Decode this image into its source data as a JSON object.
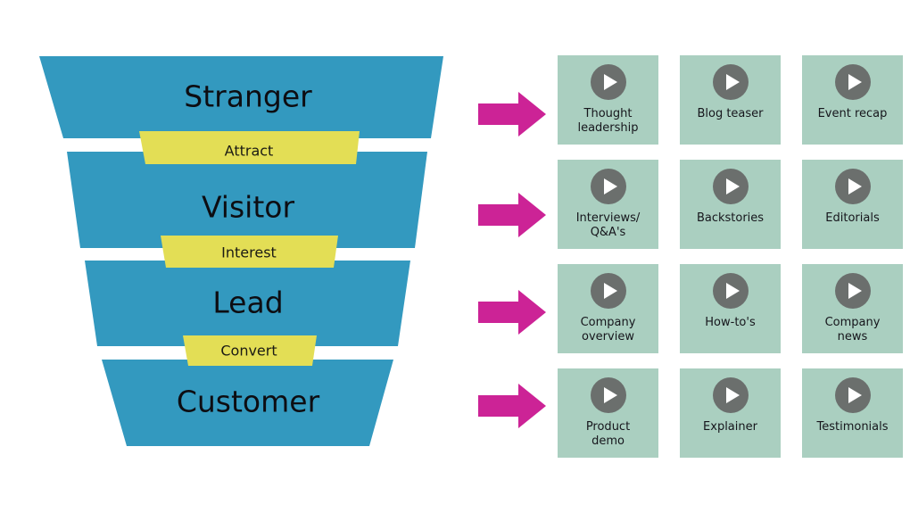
{
  "diagram": {
    "title": "Marketing funnel with video content types",
    "colors": {
      "funnel_blue": "#3399bf",
      "action_yellow": "#e3de55",
      "arrow_magenta": "#cc2396",
      "card_green": "#aacfc0",
      "play_gray": "#6b6f6d",
      "background": "#ffffff"
    }
  },
  "funnel": {
    "stages": [
      {
        "label": "Stranger"
      },
      {
        "label": "Visitor"
      },
      {
        "label": "Lead"
      },
      {
        "label": "Customer"
      }
    ],
    "actions": [
      {
        "label": "Attract"
      },
      {
        "label": "Interest"
      },
      {
        "label": "Convert"
      }
    ]
  },
  "arrows": [
    {
      "name": "arrow-row-1",
      "icon": "right-arrow-icon"
    },
    {
      "name": "arrow-row-2",
      "icon": "right-arrow-icon"
    },
    {
      "name": "arrow-row-3",
      "icon": "right-arrow-icon"
    },
    {
      "name": "arrow-row-4",
      "icon": "right-arrow-icon"
    }
  ],
  "content_grid": {
    "icon": "play-icon",
    "rows": [
      {
        "stage": "Stranger",
        "cards": [
          {
            "label": "Thought\nleadership"
          },
          {
            "label": "Blog teaser"
          },
          {
            "label": "Event recap"
          }
        ]
      },
      {
        "stage": "Visitor",
        "cards": [
          {
            "label": "Interviews/\nQ&A's"
          },
          {
            "label": "Backstories"
          },
          {
            "label": "Editorials"
          }
        ]
      },
      {
        "stage": "Lead",
        "cards": [
          {
            "label": "Company\noverview"
          },
          {
            "label": "How-to's"
          },
          {
            "label": "Company\nnews"
          }
        ]
      },
      {
        "stage": "Customer",
        "cards": [
          {
            "label": "Product\ndemo"
          },
          {
            "label": "Explainer"
          },
          {
            "label": "Testimonials"
          }
        ]
      }
    ]
  }
}
